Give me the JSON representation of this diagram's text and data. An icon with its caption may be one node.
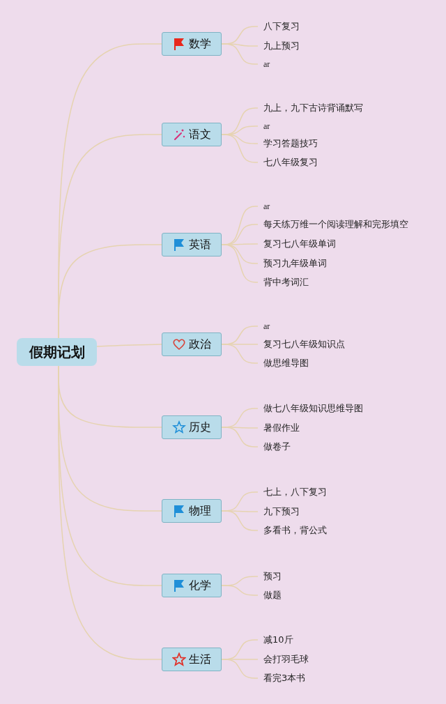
{
  "diagram": {
    "nodes": [
      {
        "text": [
          "假期记划"
        ]
      },
      {
        "text": [
          "数学"
        ]
      },
      {
        "text": [
          "八下复习"
        ]
      },
      {
        "text": [
          "九上预习"
        ]
      },
      {
        "text": [
          "ar"
        ]
      },
      {
        "text": [
          "语文"
        ]
      },
      {
        "text": [
          "九上，九下古诗背诵默写"
        ]
      },
      {
        "text": [
          "ar"
        ]
      },
      {
        "text": [
          "学习答题技巧"
        ]
      },
      {
        "text": [
          "七八年级复习"
        ]
      },
      {
        "text": [
          "英语"
        ]
      },
      {
        "text": [
          "ar"
        ]
      },
      {
        "text": [
          "每天练万维一个阅读理解和完形填空"
        ]
      },
      {
        "text": [
          "复习七八年级单词"
        ]
      },
      {
        "text": [
          "预习九年级单词"
        ]
      },
      {
        "text": [
          "背中考词汇"
        ]
      },
      {
        "text": [
          "政治"
        ]
      },
      {
        "text": [
          "ar"
        ]
      },
      {
        "text": [
          "复习七八年级知识点"
        ]
      },
      {
        "text": [
          "做思维导图"
        ]
      },
      {
        "text": [
          "历史"
        ]
      },
      {
        "text": [
          "做七八年级知识思维导图"
        ]
      },
      {
        "text": [
          "暑假作业"
        ]
      },
      {
        "text": [
          "做卷子"
        ]
      },
      {
        "text": [
          "物理"
        ]
      },
      {
        "text": [
          "七上，八下复习"
        ]
      },
      {
        "text": [
          "九下预习"
        ]
      },
      {
        "text": [
          "多看书，背公式"
        ]
      },
      {
        "text": [
          "化学"
        ]
      },
      {
        "text": [
          "预习"
        ]
      },
      {
        "text": [
          "做题"
        ]
      },
      {
        "text": [
          "生活"
        ]
      },
      {
        "text": [
          "减10斤"
        ]
      },
      {
        "text": [
          "会打羽毛球"
        ]
      },
      {
        "text": [
          "看完3本书"
        ]
      }
    ],
    "edges": [
      {
        "from": 0,
        "to": 1,
        "arrow": "none"
      },
      {
        "from": 1,
        "to": 2,
        "arrow": "none"
      },
      {
        "from": 1,
        "to": 3,
        "arrow": "none"
      },
      {
        "from": 1,
        "to": 4,
        "arrow": "none"
      },
      {
        "from": 0,
        "to": 5,
        "arrow": "none"
      },
      {
        "from": 5,
        "to": 6,
        "arrow": "none"
      },
      {
        "from": 5,
        "to": 7,
        "arrow": "none"
      },
      {
        "from": 5,
        "to": 8,
        "arrow": "none"
      },
      {
        "from": 5,
        "to": 9,
        "arrow": "none"
      },
      {
        "from": 0,
        "to": 10,
        "arrow": "none"
      },
      {
        "from": 10,
        "to": 11,
        "arrow": "none"
      },
      {
        "from": 10,
        "to": 12,
        "arrow": "none"
      },
      {
        "from": 10,
        "to": 13,
        "arrow": "none"
      },
      {
        "from": 10,
        "to": 14,
        "arrow": "none"
      },
      {
        "from": 10,
        "to": 15,
        "arrow": "none"
      },
      {
        "from": 0,
        "to": 16,
        "arrow": "none"
      },
      {
        "from": 16,
        "to": 17,
        "arrow": "none"
      },
      {
        "from": 16,
        "to": 18,
        "arrow": "none"
      },
      {
        "from": 16,
        "to": 19,
        "arrow": "none"
      },
      {
        "from": 0,
        "to": 20,
        "arrow": "none"
      },
      {
        "from": 20,
        "to": 21,
        "arrow": "none"
      },
      {
        "from": 20,
        "to": 22,
        "arrow": "none"
      },
      {
        "from": 20,
        "to": 23,
        "arrow": "none"
      },
      {
        "from": 0,
        "to": 24,
        "arrow": "none"
      },
      {
        "from": 24,
        "to": 25,
        "arrow": "none"
      },
      {
        "from": 24,
        "to": 26,
        "arrow": "none"
      },
      {
        "from": 24,
        "to": 27,
        "arrow": "none"
      },
      {
        "from": 0,
        "to": 28,
        "arrow": "none"
      },
      {
        "from": 28,
        "to": 29,
        "arrow": "none"
      },
      {
        "from": 28,
        "to": 30,
        "arrow": "none"
      },
      {
        "from": 0,
        "to": 31,
        "arrow": "none"
      },
      {
        "from": 31,
        "to": 32,
        "arrow": "none"
      },
      {
        "from": 31,
        "to": 33,
        "arrow": "none"
      },
      {
        "from": 31,
        "to": 34,
        "arrow": "none"
      }
    ]
  }
}
